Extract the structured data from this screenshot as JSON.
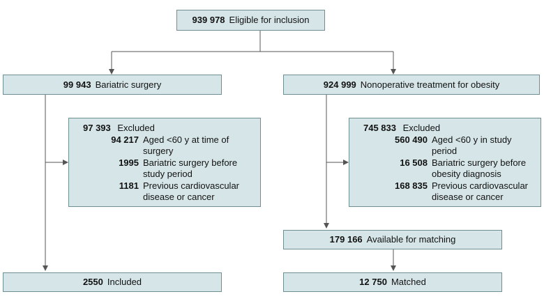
{
  "top": {
    "count": "939 978",
    "label": "Eligible for inclusion"
  },
  "left": {
    "main": {
      "count": "99 943",
      "label": "Bariatric surgery"
    },
    "excluded": {
      "count": "97 393",
      "label": "Excluded",
      "reasons": [
        {
          "count": "94 217",
          "label": "Aged <60 y at time of surgery"
        },
        {
          "count": "1995",
          "label": "Bariatric surgery before study period"
        },
        {
          "count": "1181",
          "label": "Previous cardiovascular disease or cancer"
        }
      ]
    },
    "final": {
      "count": "2550",
      "label": "Included"
    }
  },
  "right": {
    "main": {
      "count": "924 999",
      "label": "Nonoperative treatment for obesity"
    },
    "excluded": {
      "count": "745 833",
      "label": "Excluded",
      "reasons": [
        {
          "count": "560 490",
          "label": "Aged <60 y in study period"
        },
        {
          "count": "16 508",
          "label": "Bariatric surgery before obesity diagnosis"
        },
        {
          "count": "168 835",
          "label": "Previous cardiovascular disease or cancer"
        }
      ]
    },
    "available": {
      "count": "179 166",
      "label": "Available for matching"
    },
    "final": {
      "count": "12 750",
      "label": "Matched"
    }
  },
  "colors": {
    "box_fill": "#d6e6e8",
    "box_border": "#6f8e92",
    "line": "#555555"
  }
}
